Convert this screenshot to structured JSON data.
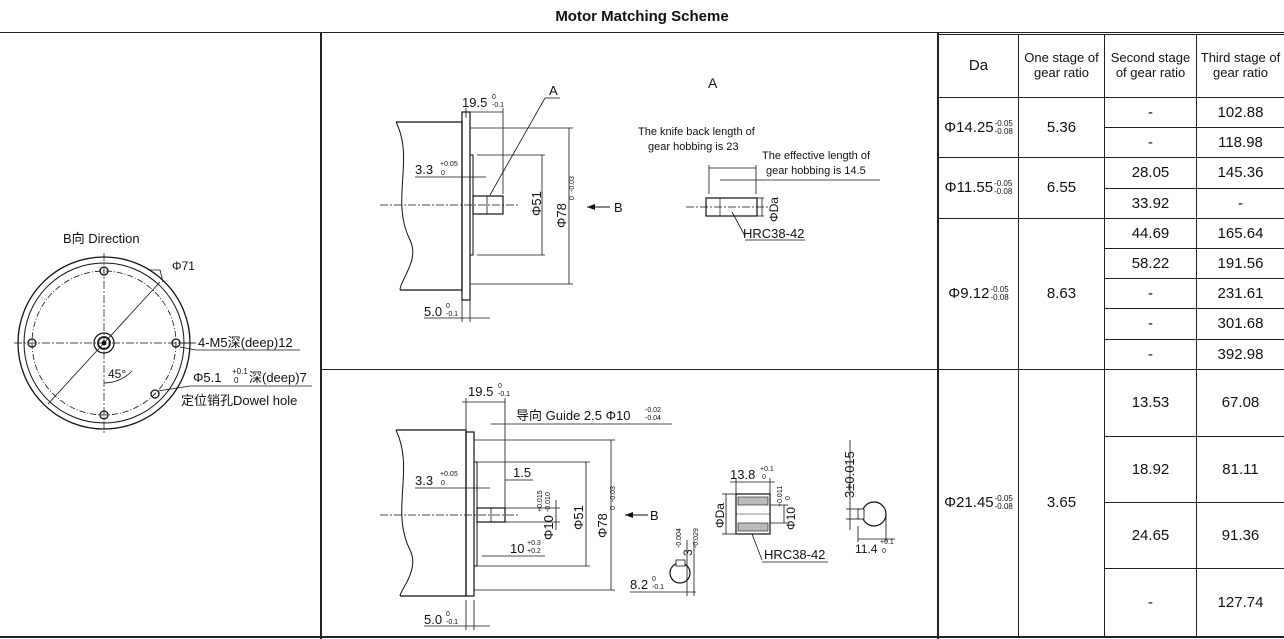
{
  "title": "Motor Matching Scheme",
  "left_panel": {
    "direction_label": "B向 Direction",
    "phi71": "Φ71",
    "holes_label": "4-M5深(deep)12",
    "angle": "45°",
    "dowel_dim": "Φ5.1",
    "dowel_tol_upper": "+0.1",
    "dowel_tol_lower": "0",
    "dowel_depth": "深(deep)7",
    "dowel_label": "定位销孔Dowel hole"
  },
  "top_drawing": {
    "view_label_a": "A",
    "leader_a": "A",
    "dim_19_5": "19.5",
    "dim_19_5_tol_u": "0",
    "dim_19_5_tol_l": "-0.1",
    "dim_3_3": "3.3",
    "dim_3_3_tol_u": "+0.05",
    "dim_3_3_tol_l": "0",
    "dim_51": "Φ51",
    "dim_78": "Φ78",
    "dim_78_tol_u": "0",
    "dim_78_tol_l": "-0.03",
    "arrow_b": "B",
    "dim_5_0": "5.0",
    "dim_5_0_tol_u": "0",
    "dim_5_0_tol_l": "-0.1",
    "knife_text_1": "The knife back length of",
    "knife_text_2": "gear hobbing is 23",
    "effective_text_1": "The effective length of",
    "effective_text_2": "gear hobbing is 14.5",
    "da_label": "ΦDa",
    "hrc": "HRC38-42"
  },
  "bottom_drawing": {
    "dim_19_5": "19.5",
    "dim_19_5_tol_u": "0",
    "dim_19_5_tol_l": "-0.1",
    "guide_text": "导向 Guide 2.5 Φ10",
    "guide_tol_u": "-0.02",
    "guide_tol_l": "-0.04",
    "dim_3_3": "3.3",
    "dim_3_3_tol_u": "+0.05",
    "dim_3_3_tol_l": "0",
    "dim_1_5": "1.5",
    "dim_phi10": "Φ10",
    "dim_phi10_tol_u": "+0.015",
    "dim_phi10_tol_l": "-0.010",
    "dim_51": "Φ51",
    "dim_78": "Φ78",
    "dim_78_tol_u": "0",
    "dim_78_tol_l": "-0.03",
    "dim_10": "10",
    "dim_10_tol_u": "+0.3",
    "dim_10_tol_l": "+0.2",
    "arrow_b": "B",
    "dim_5_0": "5.0",
    "dim_5_0_tol_u": "0",
    "dim_5_0_tol_l": "-0.1",
    "dim_13_8": "13.8",
    "dim_13_8_tol_u": "+0.1",
    "dim_13_8_tol_l": "0",
    "da_label": "ΦDa",
    "gear_phi10": "Φ10",
    "gear_phi10_tol_u": "+0.011",
    "gear_phi10_tol_l": "0",
    "hrc": "HRC38-42",
    "key_3": "3",
    "key_3_tol_u": "-0.004",
    "key_3_tol_l": "-0.029",
    "dim_8_2": "8.2",
    "dim_8_2_tol_u": "0",
    "dim_8_2_tol_l": "-0.1",
    "key_3_pm": "3±0.015",
    "dim_11_4": "11.4",
    "dim_11_4_tol_u": "+0.1",
    "dim_11_4_tol_l": "0"
  },
  "table": {
    "headers": {
      "da": "Da",
      "one": "One stage of gear ratio",
      "two": "Second stage of gear ratio",
      "three": "Third stage of gear ratio"
    },
    "groups": [
      {
        "da": "Φ14.25",
        "tol_u": "-0.05",
        "tol_l": "-0.08",
        "one": "5.36",
        "rows": [
          [
            "-",
            "102.88"
          ],
          [
            "-",
            "118.98"
          ]
        ]
      },
      {
        "da": "Φ11.55",
        "tol_u": "-0.05",
        "tol_l": "-0.08",
        "one": "6.55",
        "rows": [
          [
            "28.05",
            "145.36"
          ],
          [
            "33.92",
            "-"
          ]
        ]
      },
      {
        "da": "Φ9.12",
        "tol_u": "-0.05",
        "tol_l": "-0.08",
        "one": "8.63",
        "rows": [
          [
            "44.69",
            "165.64"
          ],
          [
            "58.22",
            "191.56"
          ],
          [
            "-",
            "231.61"
          ],
          [
            "-",
            "301.68"
          ],
          [
            "-",
            "392.98"
          ]
        ]
      },
      {
        "da": "Φ21.45",
        "tol_u": "-0.05",
        "tol_l": "-0.08",
        "one": "3.65",
        "rows": [
          [
            "13.53",
            "67.08"
          ],
          [
            "18.92",
            "81.11"
          ],
          [
            "24.65",
            "91.36"
          ],
          [
            "-",
            "127.74"
          ]
        ]
      }
    ]
  }
}
